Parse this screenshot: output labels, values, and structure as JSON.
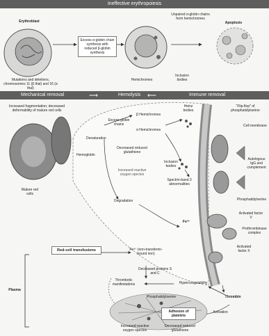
{
  "banners": {
    "ineffective": "Ineffective erythropoiesis",
    "mechanical": "Mechanical removal",
    "hemolysis": "Hemolysis",
    "immune": "Immune removal"
  },
  "top": {
    "erythroblast": "Erythroblast",
    "mutations": "Mutations and deletions, chromosomes 11 (β thal) and 16 (α thal)",
    "excess_box": "Excess α-globin chain synthesis with reduced β-globin synthesis",
    "hemichromes": "Hemichromes",
    "unpaired": "Unpaired α-globin chains form hemichromes",
    "inclusion": "Inclusion bodies",
    "apoptosis": "Apoptosis"
  },
  "lower": {
    "fragmentation": "Increased fragmentation; decreased deformability of mature red cells",
    "mature": "Mature red cells",
    "denaturation": "Denaturation",
    "hemoglobin": "Hemoglobin",
    "excess_globin": "Excess globin chains",
    "beta_hemi": "β Hemichromes",
    "alpha_hemi": "α Hemichromes",
    "heinz": "Heinz bodies",
    "decreased_glutathione": "Decreased reduced glutathione",
    "ros": "Increased reactive oxygen species",
    "inclusion_bodies": "Inclusion bodies",
    "spectrin": "Spectrin-band 3 abnormalities",
    "degradation": "Degradation",
    "fe3": "Fe³⁺",
    "flip_flop": "\"Flip-flop\" of phosphatidylserine",
    "cell_membrane": "Cell membrane",
    "autologous": "Autologous IgG and complement",
    "phosphatidylserine": "Phosphatidylserine",
    "factor_v": "Activated factor V",
    "prothrombinase": "Prothrombinase complex",
    "factor_x": "Activated factor X",
    "transfusions": "Red-cell transfusions",
    "fe3_free": "Fe³⁺ (non-transferrin-bound iron)",
    "plasma": "Plasma",
    "decreased_protein": "Decreased proteins S and C",
    "thrombotic": "Thrombotic manifestations",
    "hypercoag": "Hypercoagulability",
    "thrombin": "Thrombin",
    "activation": "Activation",
    "phosphatidylserine2": "Phosphatidylserine",
    "adhesion": "Adhesion of platelets",
    "ros2": "Increased reactive oxygen species",
    "dec_gluta2": "Decreased reduced glutathione"
  }
}
